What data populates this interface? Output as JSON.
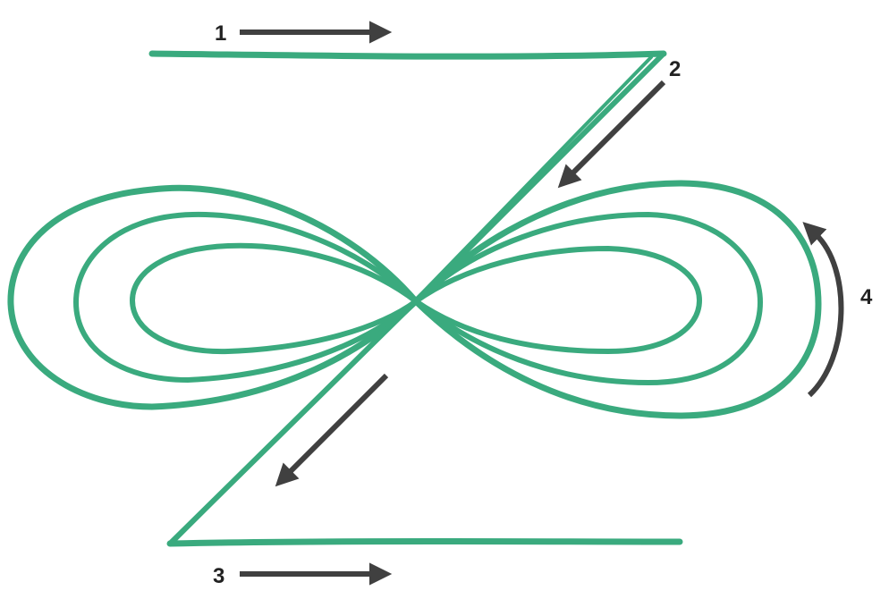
{
  "colors": {
    "stroke": "#3aaa7e",
    "arrow": "#404040",
    "background": "#ffffff"
  },
  "steps": [
    {
      "label": "1",
      "meaning": "direction-right-top"
    },
    {
      "label": "2",
      "meaning": "direction-down-left-diagonal"
    },
    {
      "label": "3",
      "meaning": "direction-right-bottom"
    },
    {
      "label": "4",
      "meaning": "direction-counterclockwise-loop"
    }
  ]
}
